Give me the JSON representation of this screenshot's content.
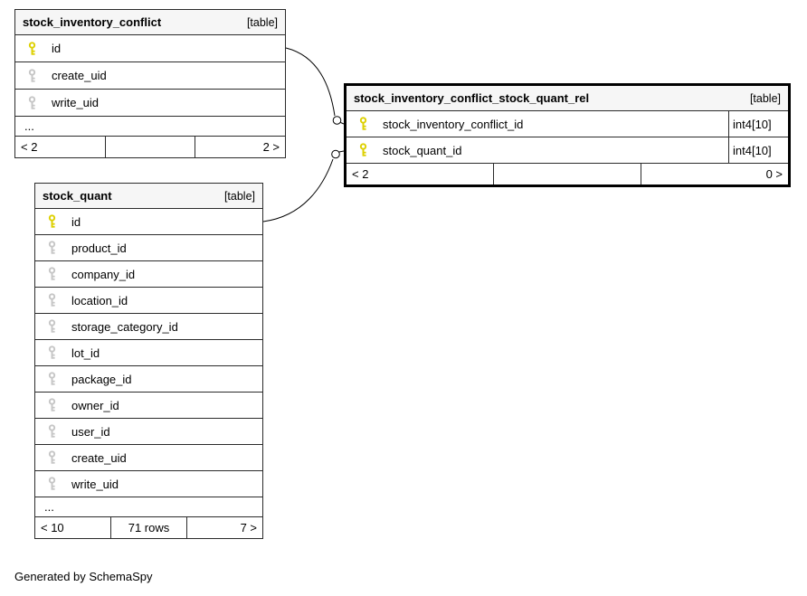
{
  "note": "Generated by SchemaSpy",
  "colors": {
    "primary_key": "#ddd000",
    "key_muted": "#c6c6c6",
    "header_bg": "#f6f6f6",
    "border": "#2b2b2b",
    "rel_border": "#000000"
  },
  "icons": {
    "primary_key_icon": "yellow-key",
    "key_icon": "gray-key"
  },
  "tables": {
    "conflict": {
      "title": "stock_inventory_conflict",
      "badge": "[table]",
      "rows": [
        {
          "name": "id",
          "key": "primary"
        },
        {
          "name": "create_uid",
          "key": "muted"
        },
        {
          "name": "write_uid",
          "key": "muted"
        }
      ],
      "more": "...",
      "pager": {
        "prev": "< 2",
        "info": "",
        "next": "2 >"
      }
    },
    "rel": {
      "title": "stock_inventory_conflict_stock_quant_rel",
      "badge": "[table]",
      "rows": [
        {
          "name": "stock_inventory_conflict_id",
          "type": "int4[10]",
          "key": "primary"
        },
        {
          "name": "stock_quant_id",
          "type": "int4[10]",
          "key": "primary"
        }
      ],
      "pager": {
        "prev": "< 2",
        "info": "",
        "next": "0 >"
      }
    },
    "quant": {
      "title": "stock_quant",
      "badge": "[table]",
      "rows": [
        {
          "name": "id",
          "key": "primary"
        },
        {
          "name": "product_id",
          "key": "muted"
        },
        {
          "name": "company_id",
          "key": "muted"
        },
        {
          "name": "location_id",
          "key": "muted"
        },
        {
          "name": "storage_category_id",
          "key": "muted"
        },
        {
          "name": "lot_id",
          "key": "muted"
        },
        {
          "name": "package_id",
          "key": "muted"
        },
        {
          "name": "owner_id",
          "key": "muted"
        },
        {
          "name": "user_id",
          "key": "muted"
        },
        {
          "name": "create_uid",
          "key": "muted"
        },
        {
          "name": "write_uid",
          "key": "muted"
        }
      ],
      "more": "...",
      "pager": {
        "prev": "< 10",
        "info": "71 rows",
        "next": "7 >"
      }
    }
  }
}
